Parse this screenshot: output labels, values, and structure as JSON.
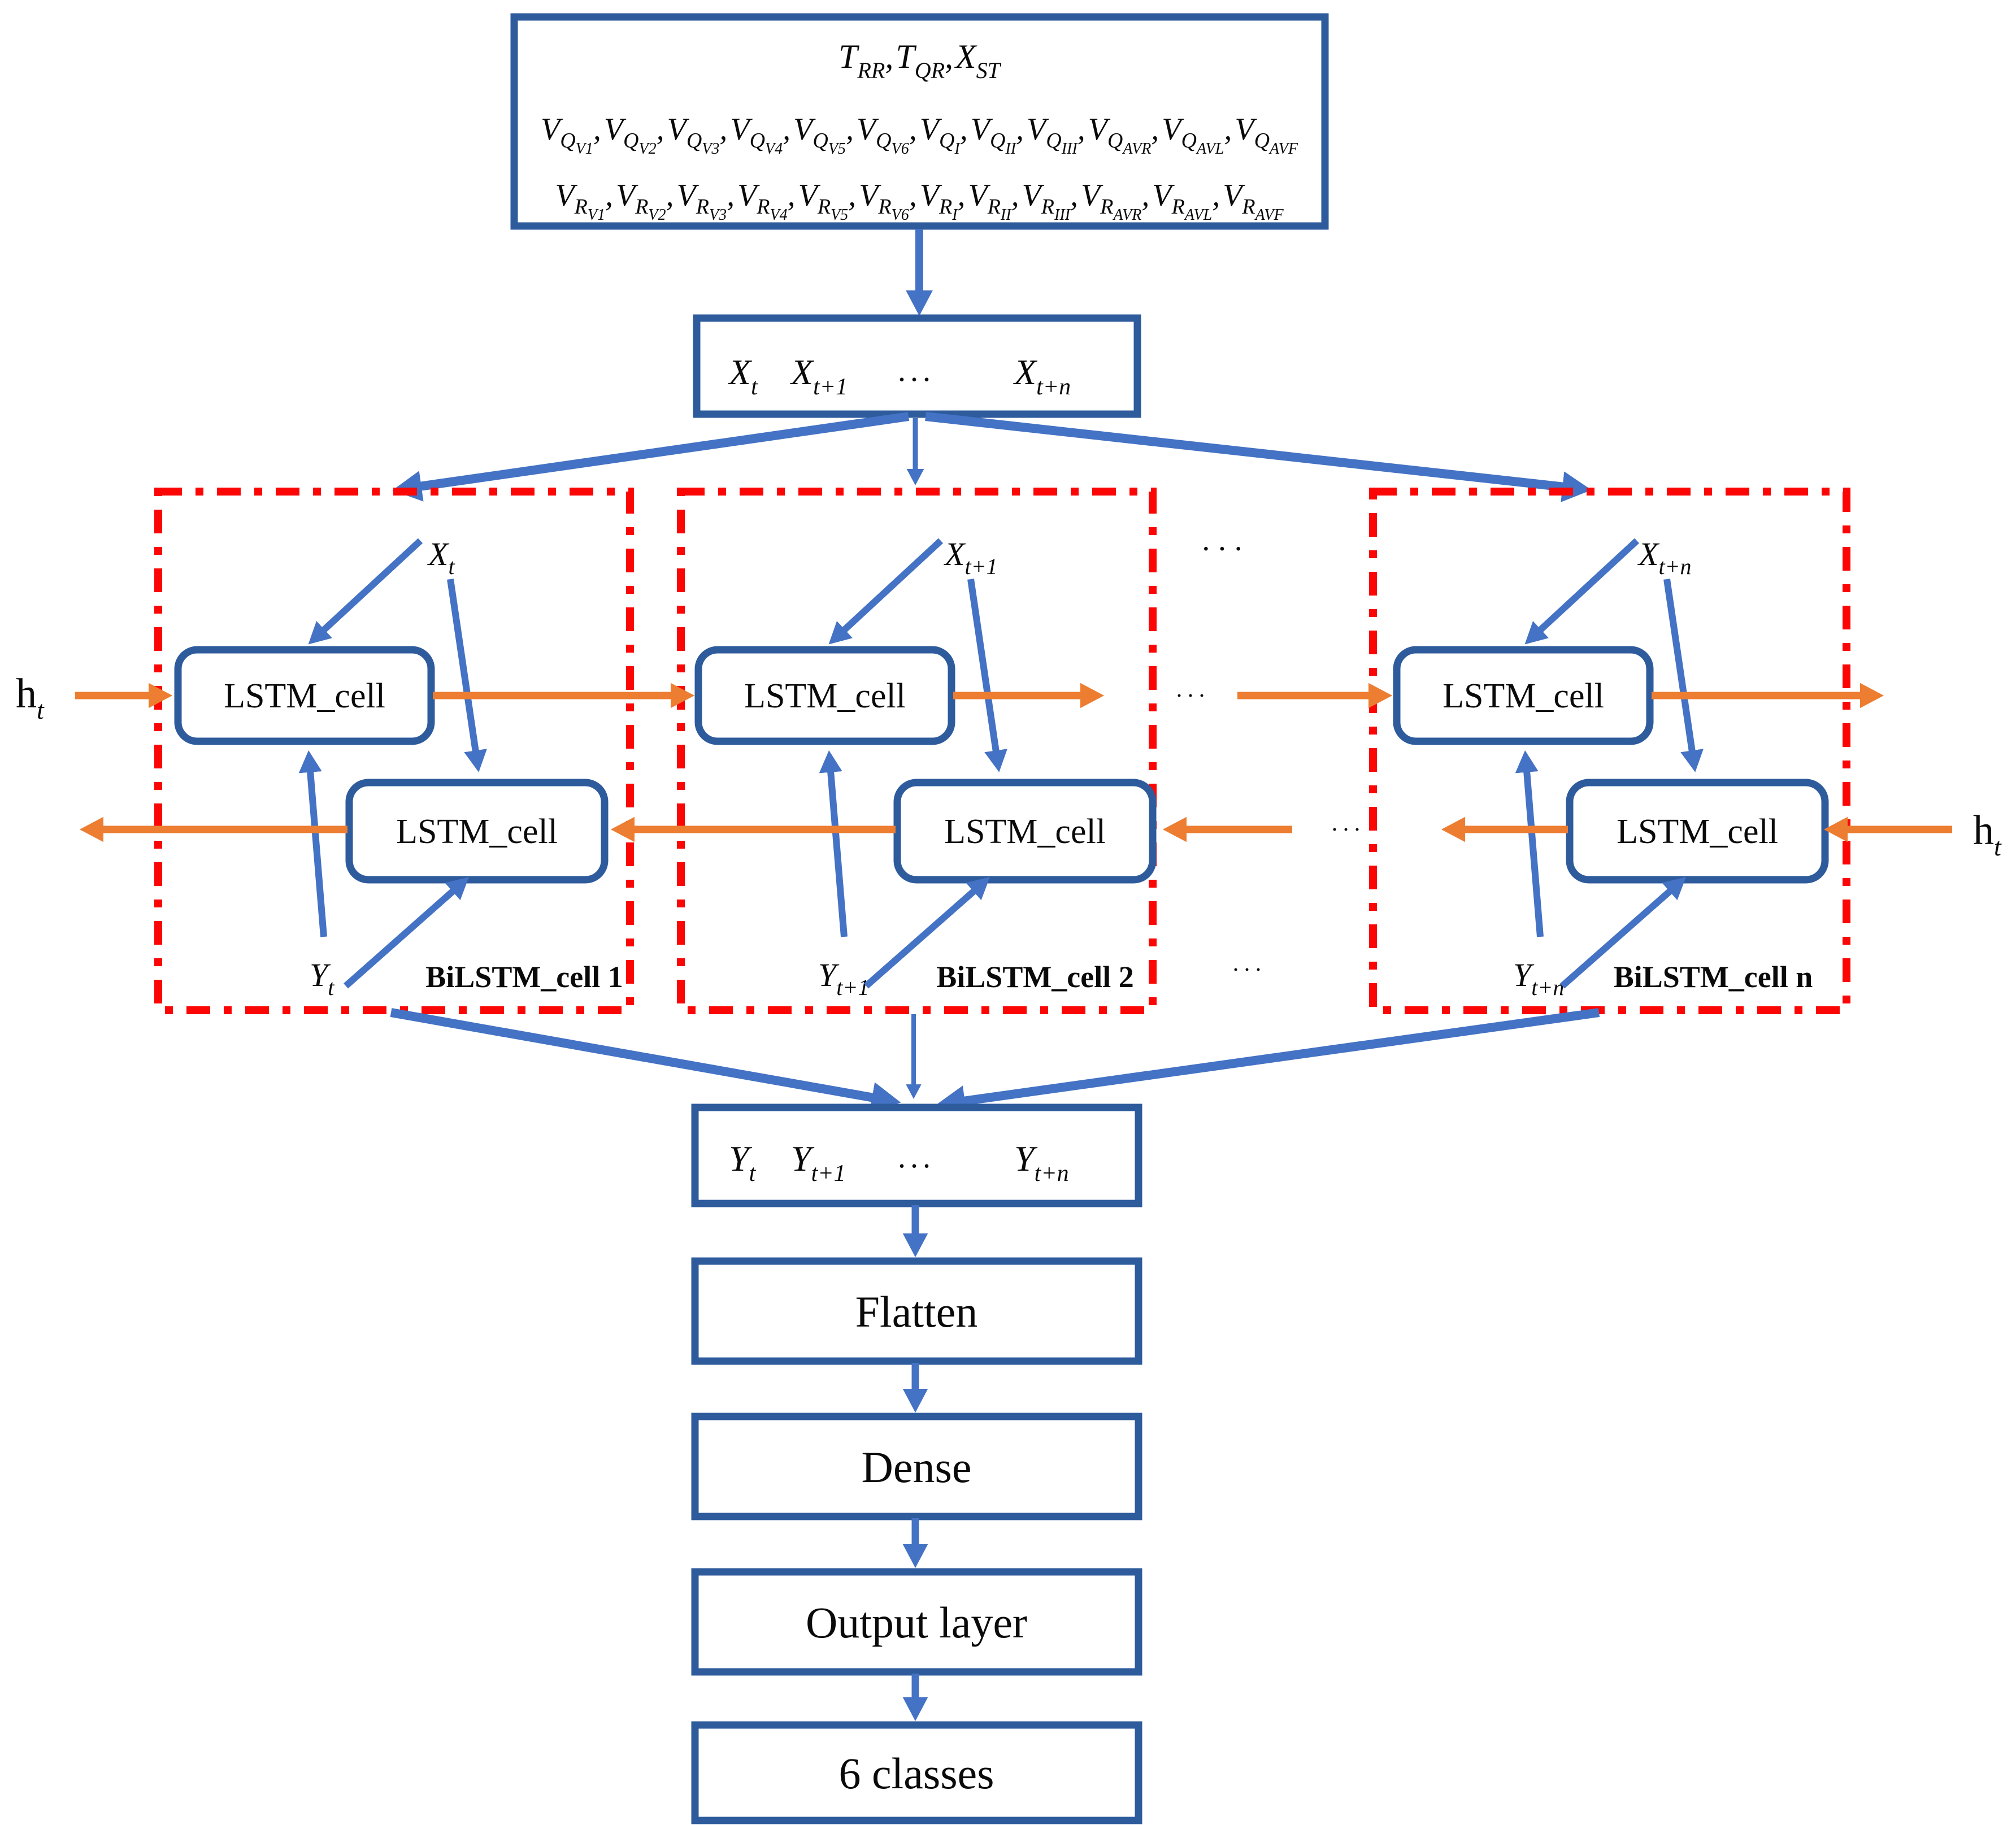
{
  "colors": {
    "box_border": "#2e5b9c",
    "arrow_blue": "#4472c4",
    "arrow_orange": "#ed7d31",
    "red_dashed": "#fb0505",
    "text": "#0a0a0a",
    "background": "#ffffff"
  },
  "features": {
    "sep": ",",
    "line1": [
      {
        "b": "T",
        "s": "RR"
      },
      {
        "b": "T",
        "s": "QR"
      },
      {
        "b": "X",
        "s": "ST"
      }
    ],
    "line2": [
      {
        "b": "V",
        "s": "Q",
        "ss": "V1"
      },
      {
        "b": "V",
        "s": "Q",
        "ss": "V2"
      },
      {
        "b": "V",
        "s": "Q",
        "ss": "V3"
      },
      {
        "b": "V",
        "s": "Q",
        "ss": "V4"
      },
      {
        "b": "V",
        "s": "Q",
        "ss": "V5"
      },
      {
        "b": "V",
        "s": "Q",
        "ss": "V6"
      },
      {
        "b": "V",
        "s": "Q",
        "ss": "I"
      },
      {
        "b": "V",
        "s": "Q",
        "ss": "II"
      },
      {
        "b": "V",
        "s": "Q",
        "ss": "III"
      },
      {
        "b": "V",
        "s": "Q",
        "ss": "AVR"
      },
      {
        "b": "V",
        "s": "Q",
        "ss": "AVL"
      },
      {
        "b": "V",
        "s": "Q",
        "ss": "AVF"
      }
    ],
    "line3": [
      {
        "b": "V",
        "s": "R",
        "ss": "V1"
      },
      {
        "b": "V",
        "s": "R",
        "ss": "V2"
      },
      {
        "b": "V",
        "s": "R",
        "ss": "V3"
      },
      {
        "b": "V",
        "s": "R",
        "ss": "V4"
      },
      {
        "b": "V",
        "s": "R",
        "ss": "V5"
      },
      {
        "b": "V",
        "s": "R",
        "ss": "V6"
      },
      {
        "b": "V",
        "s": "R",
        "ss": "I"
      },
      {
        "b": "V",
        "s": "R",
        "ss": "II"
      },
      {
        "b": "V",
        "s": "R",
        "ss": "III"
      },
      {
        "b": "V",
        "s": "R",
        "ss": "AVR"
      },
      {
        "b": "V",
        "s": "R",
        "ss": "AVL"
      },
      {
        "b": "V",
        "s": "R",
        "ss": "AVF"
      }
    ]
  },
  "sym": {
    "x_t": {
      "b": "X",
      "s": "t"
    },
    "x_t1": {
      "b": "X",
      "s": "t+1"
    },
    "x_tn": {
      "b": "X",
      "s": "t+n"
    },
    "y_t": {
      "b": "Y",
      "s": "t"
    },
    "y_t1": {
      "b": "Y",
      "s": "t+1"
    },
    "y_tn": {
      "b": "Y",
      "s": "t+n"
    },
    "h_t": {
      "b": "h",
      "s": "t"
    },
    "dots": "···",
    "dots_low": "..."
  },
  "cells": {
    "lstm": "LSTM_cell",
    "bilstm_1": "BiLSTM_cell 1",
    "bilstm_2": "BiLSTM_cell 2",
    "bilstm_n": "BiLSTM_cell n"
  },
  "layers": {
    "flatten": "Flatten",
    "dense": "Dense",
    "output": "Output layer",
    "classes": "6 classes"
  }
}
